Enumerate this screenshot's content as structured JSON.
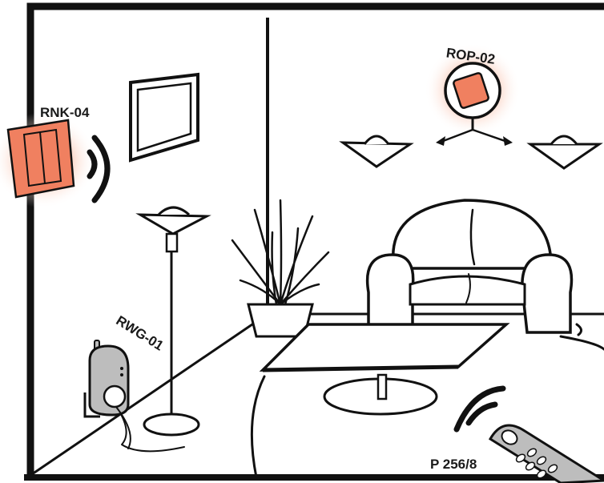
{
  "devices": {
    "rnk": {
      "label": "RNK-04",
      "icon": "wall-switch-icon"
    },
    "rop": {
      "label": "ROP-02",
      "icon": "relay-module-icon"
    },
    "rwg": {
      "label": "RWG-01",
      "icon": "plug-in-gateway-icon"
    },
    "remote": {
      "label": "P 256/8",
      "icon": "remote-control-icon"
    }
  },
  "colors": {
    "highlight": "#f08060",
    "glow": "#f9c4b0",
    "line": "#111111"
  }
}
